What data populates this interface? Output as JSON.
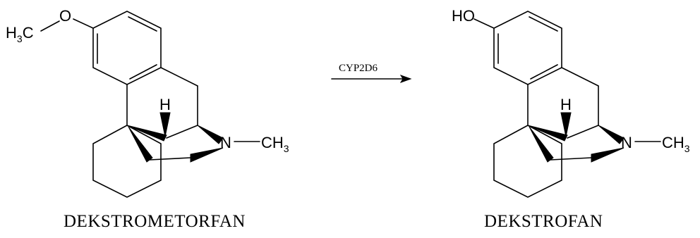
{
  "reaction": {
    "enzyme": "CYP2D6"
  },
  "reactant": {
    "name": "DEKSTROMETORFAN",
    "substituent_left": "H",
    "substituent_left_sub": "3",
    "substituent_left_rest": "C",
    "ether_oxygen": "O",
    "bridge_h": "H",
    "nitrogen": "N",
    "methyl": "CH",
    "methyl_sub": "3"
  },
  "product": {
    "name": "DEKSTROFAN",
    "hydroxyl": "HO",
    "bridge_h": "H",
    "nitrogen": "N",
    "methyl": "CH",
    "methyl_sub": "3"
  }
}
